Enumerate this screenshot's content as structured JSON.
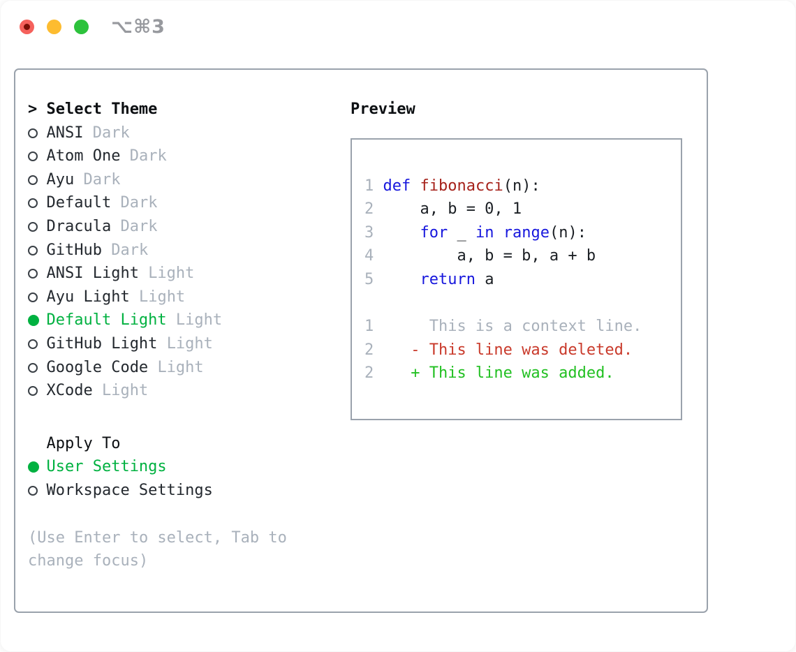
{
  "titlebar": {
    "title": "⌥⌘3",
    "buttons": [
      {
        "name": "close",
        "color": "#f5615c",
        "dot": true
      },
      {
        "name": "minimize",
        "color": "#fdbc30",
        "dot": false
      },
      {
        "name": "zoom",
        "color": "#2dc23c",
        "dot": false
      }
    ]
  },
  "colors": {
    "accent_green": "#00b140",
    "diff_add_green": "#22c022",
    "diff_del_red": "#c93a2b",
    "keyword_blue": "#1717dd",
    "function_red": "#a6221b",
    "muted_gray": "#a9b1bb",
    "border_gray": "#9aa2ac",
    "traffic_red": "#f5615c",
    "traffic_red_dot": "#7a0f06",
    "traffic_yellow": "#fdbc30",
    "traffic_green": "#2dc23c",
    "title_gray": "#97999e"
  },
  "theme_list": {
    "header_prefix": ">",
    "header": "Select Theme",
    "items": [
      {
        "label": "ANSI",
        "variant": "Dark",
        "selected": false
      },
      {
        "label": "Atom One",
        "variant": "Dark",
        "selected": false
      },
      {
        "label": "Ayu",
        "variant": "Dark",
        "selected": false
      },
      {
        "label": "Default",
        "variant": "Dark",
        "selected": false
      },
      {
        "label": "Dracula",
        "variant": "Dark",
        "selected": false
      },
      {
        "label": "GitHub",
        "variant": "Dark",
        "selected": false
      },
      {
        "label": "ANSI Light",
        "variant": "Light",
        "selected": false
      },
      {
        "label": "Ayu Light",
        "variant": "Light",
        "selected": false
      },
      {
        "label": "Default Light",
        "variant": "Light",
        "selected": true
      },
      {
        "label": "GitHub Light",
        "variant": "Light",
        "selected": false
      },
      {
        "label": "Google Code",
        "variant": "Light",
        "selected": false
      },
      {
        "label": "XCode",
        "variant": "Light",
        "selected": false
      }
    ]
  },
  "apply_to": {
    "header": "Apply To",
    "items": [
      {
        "label": "User Settings",
        "selected": true
      },
      {
        "label": "Workspace Settings",
        "selected": false
      }
    ]
  },
  "hint": "(Use Enter to select, Tab to\nchange focus)",
  "preview": {
    "header": "Preview",
    "lines": [
      {
        "num": "1",
        "segments": [
          {
            "text": "def",
            "cls": "kw"
          },
          {
            "text": " ",
            "cls": "pl"
          },
          {
            "text": "fibonacci",
            "cls": "fn"
          },
          {
            "text": "(n):",
            "cls": "pl"
          }
        ]
      },
      {
        "num": "2",
        "segments": [
          {
            "text": "    a, b = 0, 1",
            "cls": "pl"
          }
        ]
      },
      {
        "num": "3",
        "segments": [
          {
            "text": "    ",
            "cls": "pl"
          },
          {
            "text": "for",
            "cls": "kw"
          },
          {
            "text": " _ ",
            "cls": "pl"
          },
          {
            "text": "in",
            "cls": "kw"
          },
          {
            "text": " ",
            "cls": "pl"
          },
          {
            "text": "range",
            "cls": "kw"
          },
          {
            "text": "(n):",
            "cls": "pl"
          }
        ]
      },
      {
        "num": "4",
        "segments": [
          {
            "text": "        a, b = b, a + b",
            "cls": "pl"
          }
        ]
      },
      {
        "num": "5",
        "segments": [
          {
            "text": "    ",
            "cls": "pl"
          },
          {
            "text": "return",
            "cls": "kw"
          },
          {
            "text": " a",
            "cls": "pl"
          }
        ]
      },
      {
        "num": "",
        "segments": []
      },
      {
        "num": "1",
        "segments": [
          {
            "text": "     This is a context line.",
            "cls": "ctx"
          }
        ]
      },
      {
        "num": "2",
        "segments": [
          {
            "text": "   - This line was deleted.",
            "cls": "del"
          }
        ]
      },
      {
        "num": "2",
        "segments": [
          {
            "text": "   + This line was added.",
            "cls": "add"
          }
        ]
      }
    ]
  }
}
